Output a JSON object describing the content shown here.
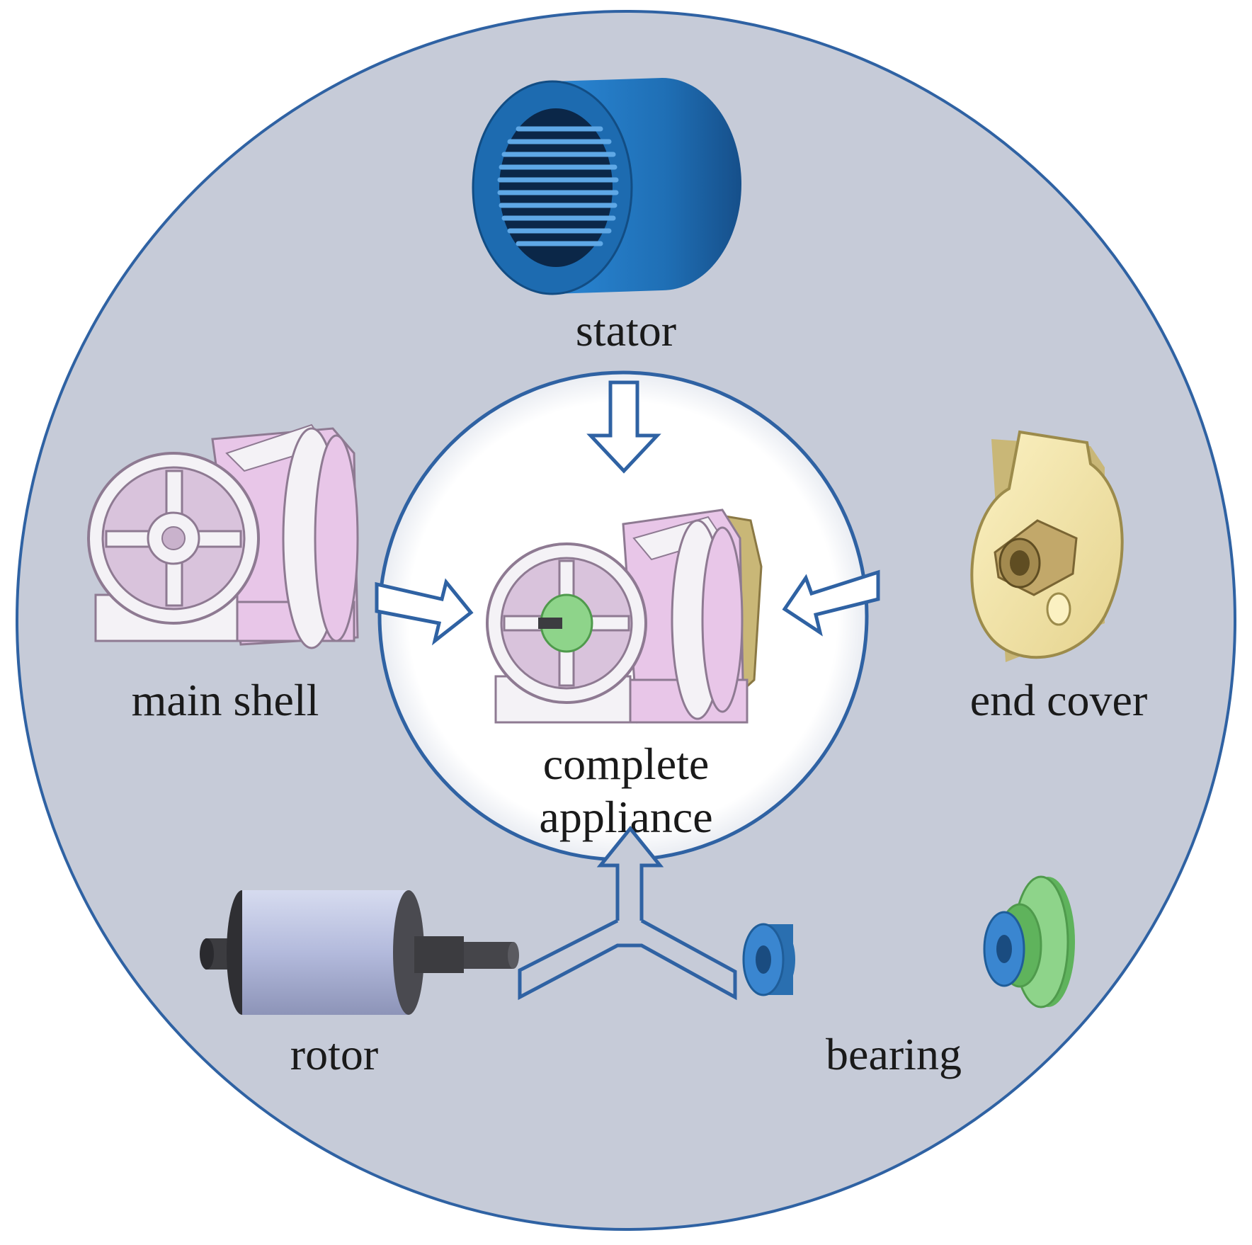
{
  "diagram": {
    "center_label_line1": "complete",
    "center_label_line2": "appliance",
    "parts": {
      "stator": "stator",
      "main_shell": "main shell",
      "end_cover": "end cover",
      "rotor": "rotor",
      "bearing": "bearing"
    }
  },
  "colors": {
    "outer_fill": "#c6cbd8",
    "ring_stroke": "#2f62a3",
    "inner_fill": "#ffffff",
    "stator_blue": "#1f6fb5",
    "shell_white": "#f4f2f6",
    "shell_pink": "#e8c6e8",
    "end_cover_yellow": "#f4e6a8",
    "rotor_body": "#b9bfdc",
    "rotor_dark": "#3c3c40",
    "bearing_blue": "#3a86d0",
    "bearing_green": "#8ed48a"
  }
}
